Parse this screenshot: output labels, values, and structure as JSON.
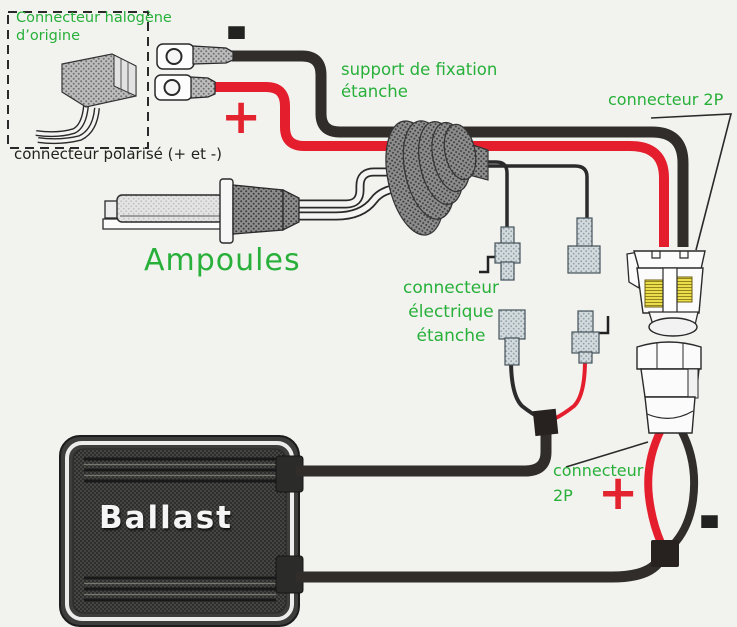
{
  "diagram": {
    "labels": {
      "halogen_box_line1": "Connecteur halogène",
      "halogen_box_line2": "d’origine",
      "polarized_caption": "connecteur polarisé (+ et -)",
      "bulbs": "Ampoules",
      "support_line1": "support de fixation",
      "support_line2": "étanche",
      "connector_2p_top": "connecteur 2P",
      "sealed_connector_line1": "connecteur",
      "sealed_connector_line2": "électrique",
      "sealed_connector_line3": "étanche",
      "connector_2p_bottom_line1": "connecteur",
      "connector_2p_bottom_line2": "2P",
      "ballast": "Ballast"
    },
    "symbols": {
      "minus_top": "–",
      "plus_top": "+",
      "plus_bottom": "+",
      "minus_bottom": "–"
    },
    "colors": {
      "label_green": "#28b03a",
      "wire_red": "#e51e2e",
      "wire_black": "#312d2b",
      "terminal_spring_yellow": "#e9df4d",
      "background": "#f2f3ef"
    }
  }
}
